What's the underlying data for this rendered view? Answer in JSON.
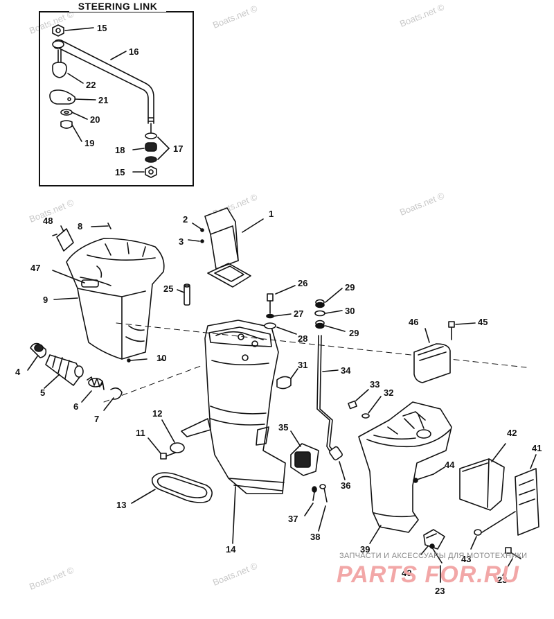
{
  "inset": {
    "title": "STEERING LINK"
  },
  "callouts": {
    "c1": "1",
    "c2": "2",
    "c3": "3",
    "c4": "4",
    "c5": "5",
    "c6": "6",
    "c7": "7",
    "c8": "8",
    "c9": "9",
    "c10": "10",
    "c11": "11",
    "c12": "12",
    "c13": "13",
    "c14": "14",
    "c15a": "15",
    "c15b": "15",
    "c16": "16",
    "c17": "17",
    "c18": "18",
    "c19": "19",
    "c20": "20",
    "c21": "21",
    "c22": "22",
    "c23a": "23",
    "c23b": "23",
    "c25": "25",
    "c26": "26",
    "c27": "27",
    "c28": "28",
    "c29a": "29",
    "c29b": "29",
    "c30": "30",
    "c31": "31",
    "c32": "32",
    "c33": "33",
    "c34": "34",
    "c35": "35",
    "c36": "36",
    "c37": "37",
    "c38": "38",
    "c39": "39",
    "c40": "40",
    "c41": "41",
    "c42": "42",
    "c43": "43",
    "c44": "44",
    "c45": "45",
    "c46": "46",
    "c47": "47",
    "c48": "48"
  },
  "watermark": {
    "text": "Boats.net ©"
  },
  "brand": {
    "tagline": "ЗАПЧАСТИ И АКСЕССУАРЫ ДЛЯ МОТОТЕХНИКИ",
    "logo": "PARTS FOR.RU"
  }
}
